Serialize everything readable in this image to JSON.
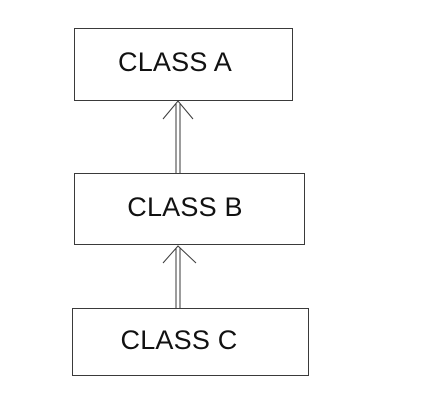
{
  "diagram": {
    "nodes": [
      {
        "id": "A",
        "label": "CLASS A"
      },
      {
        "id": "B",
        "label": "CLASS B"
      },
      {
        "id": "C",
        "label": "CLASS C"
      }
    ],
    "edges": [
      {
        "from": "B",
        "to": "A",
        "style": "open-arrow"
      },
      {
        "from": "C",
        "to": "B",
        "style": "open-arrow"
      }
    ],
    "line_color": "#3a3a3a",
    "text_color": "#111111"
  }
}
